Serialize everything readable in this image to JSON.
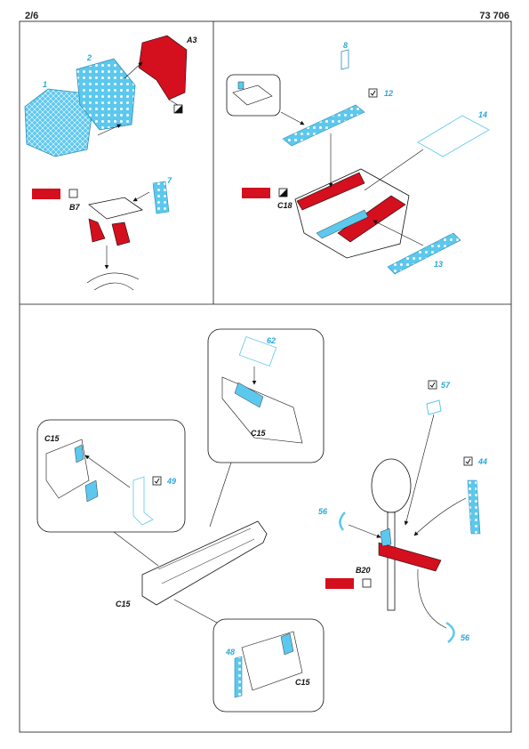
{
  "header": {
    "page": "2/6",
    "kit": "73 706"
  },
  "colors": {
    "pe_blue": "#5cc8ee",
    "paint_red": "#d40f1e",
    "outline": "#111111",
    "label_blue": "#2aa7d6"
  },
  "panel_a": {
    "parts": [
      "1",
      "2",
      "7"
    ],
    "refs": [
      "A3",
      "B7"
    ]
  },
  "panel_b": {
    "parts": [
      "8",
      "12",
      "14",
      "13"
    ],
    "refs": [
      "C18"
    ]
  },
  "panel_c": {
    "parts": [
      "62",
      "49",
      "48",
      "57",
      "44",
      "56",
      "56"
    ],
    "refs": [
      "C15",
      "C15",
      "C15",
      "C15",
      "B20"
    ]
  },
  "icons": [
    "paint-chip-icon",
    "check-box-icon",
    "half-fill-box-icon",
    "bend-box-icon"
  ]
}
